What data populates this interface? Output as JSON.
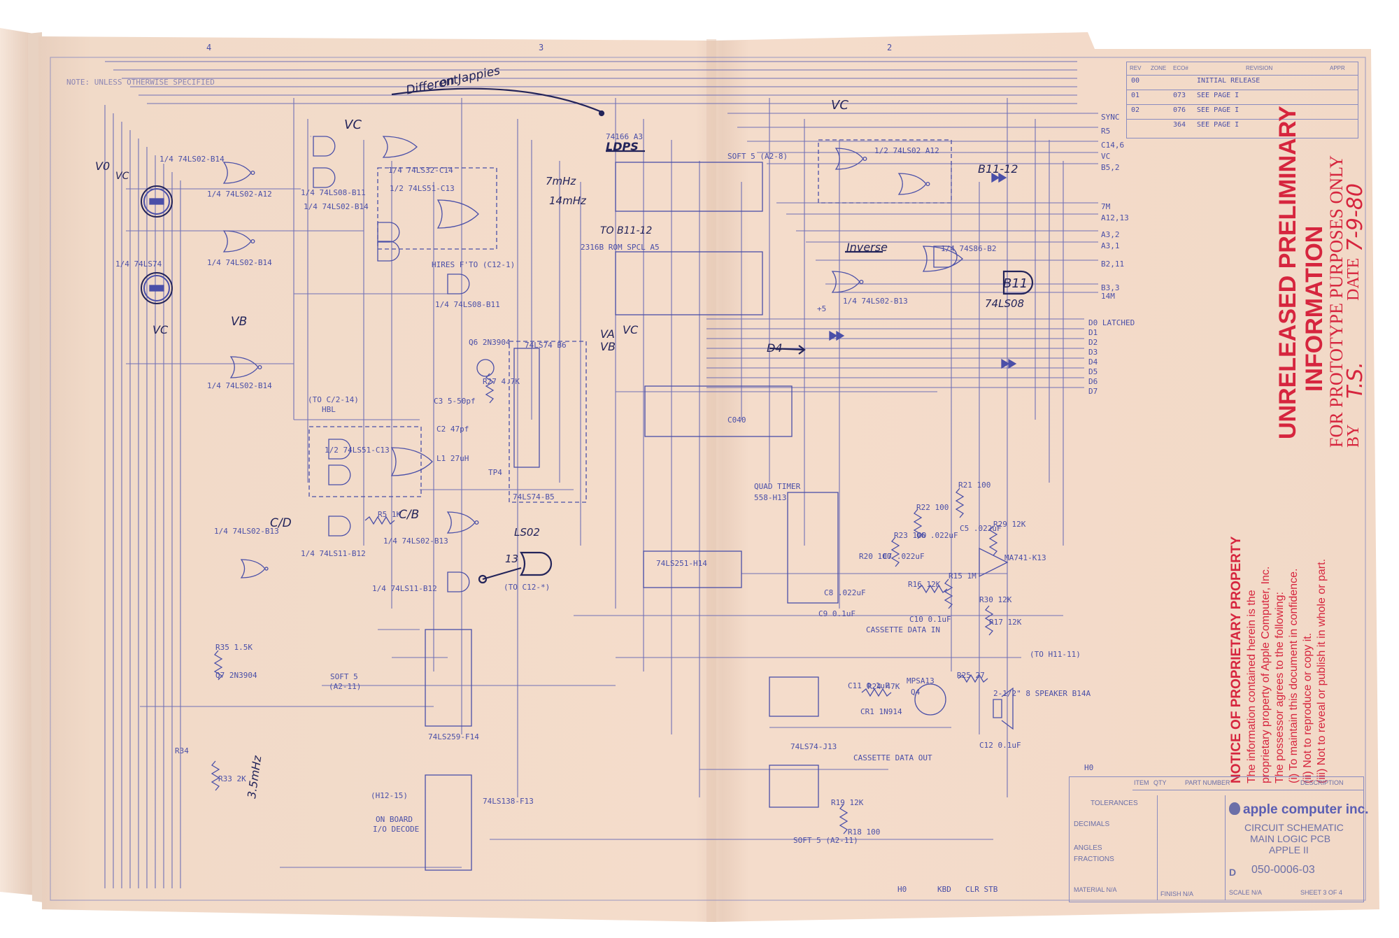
{
  "note": "NOTE: UNLESS OTHERWISE SPECIFIED",
  "zones": [
    "4",
    "3",
    "2"
  ],
  "handwritten": {
    "different": "Different",
    "on_jappies": "on Jappies",
    "vc_top": "VC",
    "vc_right": "VC",
    "ldps": "LDPS",
    "seven_mhz": "7mHz",
    "fourteen_mhz": "14mHz",
    "to_b11": "TO B11-12",
    "b11_12": "B11-12",
    "inverse": "Inverse",
    "b11": "B11",
    "ls08": "74LS08",
    "v0": "V0",
    "vc_left": "VC",
    "vb_mid": "VB",
    "vc_mid": "VC",
    "va": "VA",
    "vb": "VB",
    "vc_low": "VC",
    "d4": "D4",
    "cd": "C/D",
    "cb": "C/B",
    "ls02": "LS02",
    "thirteen": "13",
    "mhz35": "3.5mHz"
  },
  "labels": {
    "ls02_b14": "1/4 74LS02-B14",
    "ls02_a12": "1/4 74LS02-A12",
    "ls02_b14b": "1/4 74LS02-B14",
    "ls74": "1/4 74LS74",
    "ls08_b11": "1/4 74LS08-B11",
    "ls02_b14c": "1/4 74LS02-B14",
    "ls32_c14": "1/4 74LS32-C14",
    "ls51_c13": "1/2 74LS51-C13",
    "hires": "HIRES F'TO (C12-1)",
    "ls08_b11b": "1/4 74LS08-B11",
    "q6": "Q6 2N3904",
    "r27": "R27 4.7K",
    "c3": "C3 5-50pf",
    "c2": "C2 47pf",
    "l1": "L1 27uH",
    "tp4": "TP4",
    "ls74_b6": "74LS74 B6",
    "ls74_b5": "74LS74-B5",
    "ls02_b14d": "1/4 74LS02-B14",
    "to_c2": "(TO C/2-14)",
    "hbl": "HBL",
    "ls51_c13b": "1/2 74LS51-C13",
    "ls02_b13": "1/4 74LS02-B13",
    "r5": "R5 1K",
    "ls11_b12": "1/4 74LS11-B12",
    "ls02_b13b": "1/4 74LS02-B13",
    "ls11_b12b": "1/4 74LS11-B12",
    "to_c12": "(TO C12-*)",
    "soft5": "SOFT 5",
    "a2_11": "(A2-11)",
    "ls259": "74LS259-F14",
    "r35": "R35 1.5K",
    "q7": "Q7 2N3904",
    "r34": "R34",
    "r33": "R33 2K",
    "h12_15": "(H12-15)",
    "onboard": "ON BOARD",
    "io_decode": "I/O DECODE",
    "ls138": "74LS138-F13",
    "ls166": "74166 A3",
    "softa2": "SOFT 5 (A2-8)",
    "rom": "2316B ROM SPCL A5",
    "ls02_a12b": "1/2 74LS02 A12",
    "ls86": "1/4 74S86-B2",
    "ls02_b13c": "1/4 74LS02-B13",
    "c040": "C040",
    "quad_timer": "QUAD TIMER",
    "timer_558": "558-H13",
    "ls251": "74LS251-H14",
    "r23": "R23 100",
    "r22": "R22 100",
    "r21": "R21 100",
    "c6": "C6 .022uF",
    "c5": "C5 .022uF",
    "c7": "C7 .022uF",
    "r20": "R20 100",
    "c8": "C8 .022uF",
    "r16": "R16 12K",
    "r29": "R29 12K",
    "ma741": "MA741-K13",
    "r15": "R15 1M",
    "r30": "R30 12K",
    "r17": "R17 12K",
    "c9": "C9 0.1uF",
    "c10": "C10 0.1uF",
    "cassette_in": "CASSETTE DATA IN",
    "to_h11": "(TO H11-11)",
    "c11": "C11 0.1uF",
    "r24": "R24 47K",
    "mpsa13": "MPSA13",
    "q4": "Q4",
    "r25": "R25 27",
    "cr1": "CR1 1N914",
    "speaker": "2-1/2\" 8 SPEAKER B14A",
    "c12": "C12 0.1uF",
    "ls74_j13": "74LS74-J13",
    "cassette_out": "CASSETTE DATA OUT",
    "r19": "R19 12K",
    "r18": "R18 100",
    "softa2b": "SOFT 5 (A2-11)",
    "h0": "H0",
    "plus5": "+5"
  },
  "signals": [
    "SYNC",
    "R5",
    "C14,6",
    "VC",
    "B5,2",
    "7M",
    "A12,13",
    "A3,2",
    "A3,1",
    "B2,11",
    "B3,3",
    "14M",
    "D0 LATCHED",
    "D1",
    "D2",
    "D3",
    "D4",
    "D5",
    "D6",
    "D7"
  ],
  "bottom_labels": [
    "H0",
    "KBD",
    "CLR STB"
  ],
  "revision_table": {
    "headers": [
      "REV",
      "ZONE",
      "ECO#",
      "REVISION",
      "APPR"
    ],
    "rows": [
      {
        "rev": "00",
        "eco": "",
        "desc": "INITIAL RELEASE"
      },
      {
        "rev": "01",
        "eco": "073",
        "desc": "SEE PAGE I"
      },
      {
        "rev": "02",
        "eco": "076",
        "desc": "SEE PAGE I"
      },
      {
        "rev": "",
        "eco": "364",
        "desc": "SEE PAGE I"
      }
    ]
  },
  "stamp": {
    "line1": "UNRELEASED PRELIMINARY",
    "line2": "INFORMATION",
    "line3": "FOR PROTOTYPE PURPOSES ONLY",
    "by": "BY",
    "initials": "T.S.",
    "date_label": "DATE",
    "date": "7-9-80"
  },
  "notice": {
    "title": "NOTICE OF PROPRIETARY PROPERTY",
    "lines": [
      "The information contained herein is the",
      "proprietary property of Apple Computer, Inc.",
      "The possessor agrees to the following:",
      "(i) To maintain this document in confidence.",
      "(ii) Not to reproduce or copy it.",
      "(iii) Not to reveal or publish it in whole or part."
    ]
  },
  "title_block": {
    "company": "apple computer inc.",
    "title1": "CIRCUIT SCHEMATIC",
    "title2": "MAIN LOGIC PCB",
    "title3": "APPLE II",
    "drawing_number": "050-0006-03",
    "size": "D",
    "tolerances": "TOLERANCES",
    "decimals": "DECIMALS",
    "angles": "ANGLES",
    "fractions": "FRACTIONS",
    "material": "MATERIAL N/A",
    "finish": "FINISH N/A",
    "scale": "SCALE N/A",
    "sheet": "SHEET 3 OF 4",
    "item": "ITEM",
    "qty": "QTY",
    "part_number": "PART NUMBER",
    "description": "DESCRIPTION"
  },
  "colors": {
    "paper": "#f3dccb",
    "ink": "#4a4fa8",
    "stamp": "#d6253e",
    "pen": "#23245a"
  }
}
